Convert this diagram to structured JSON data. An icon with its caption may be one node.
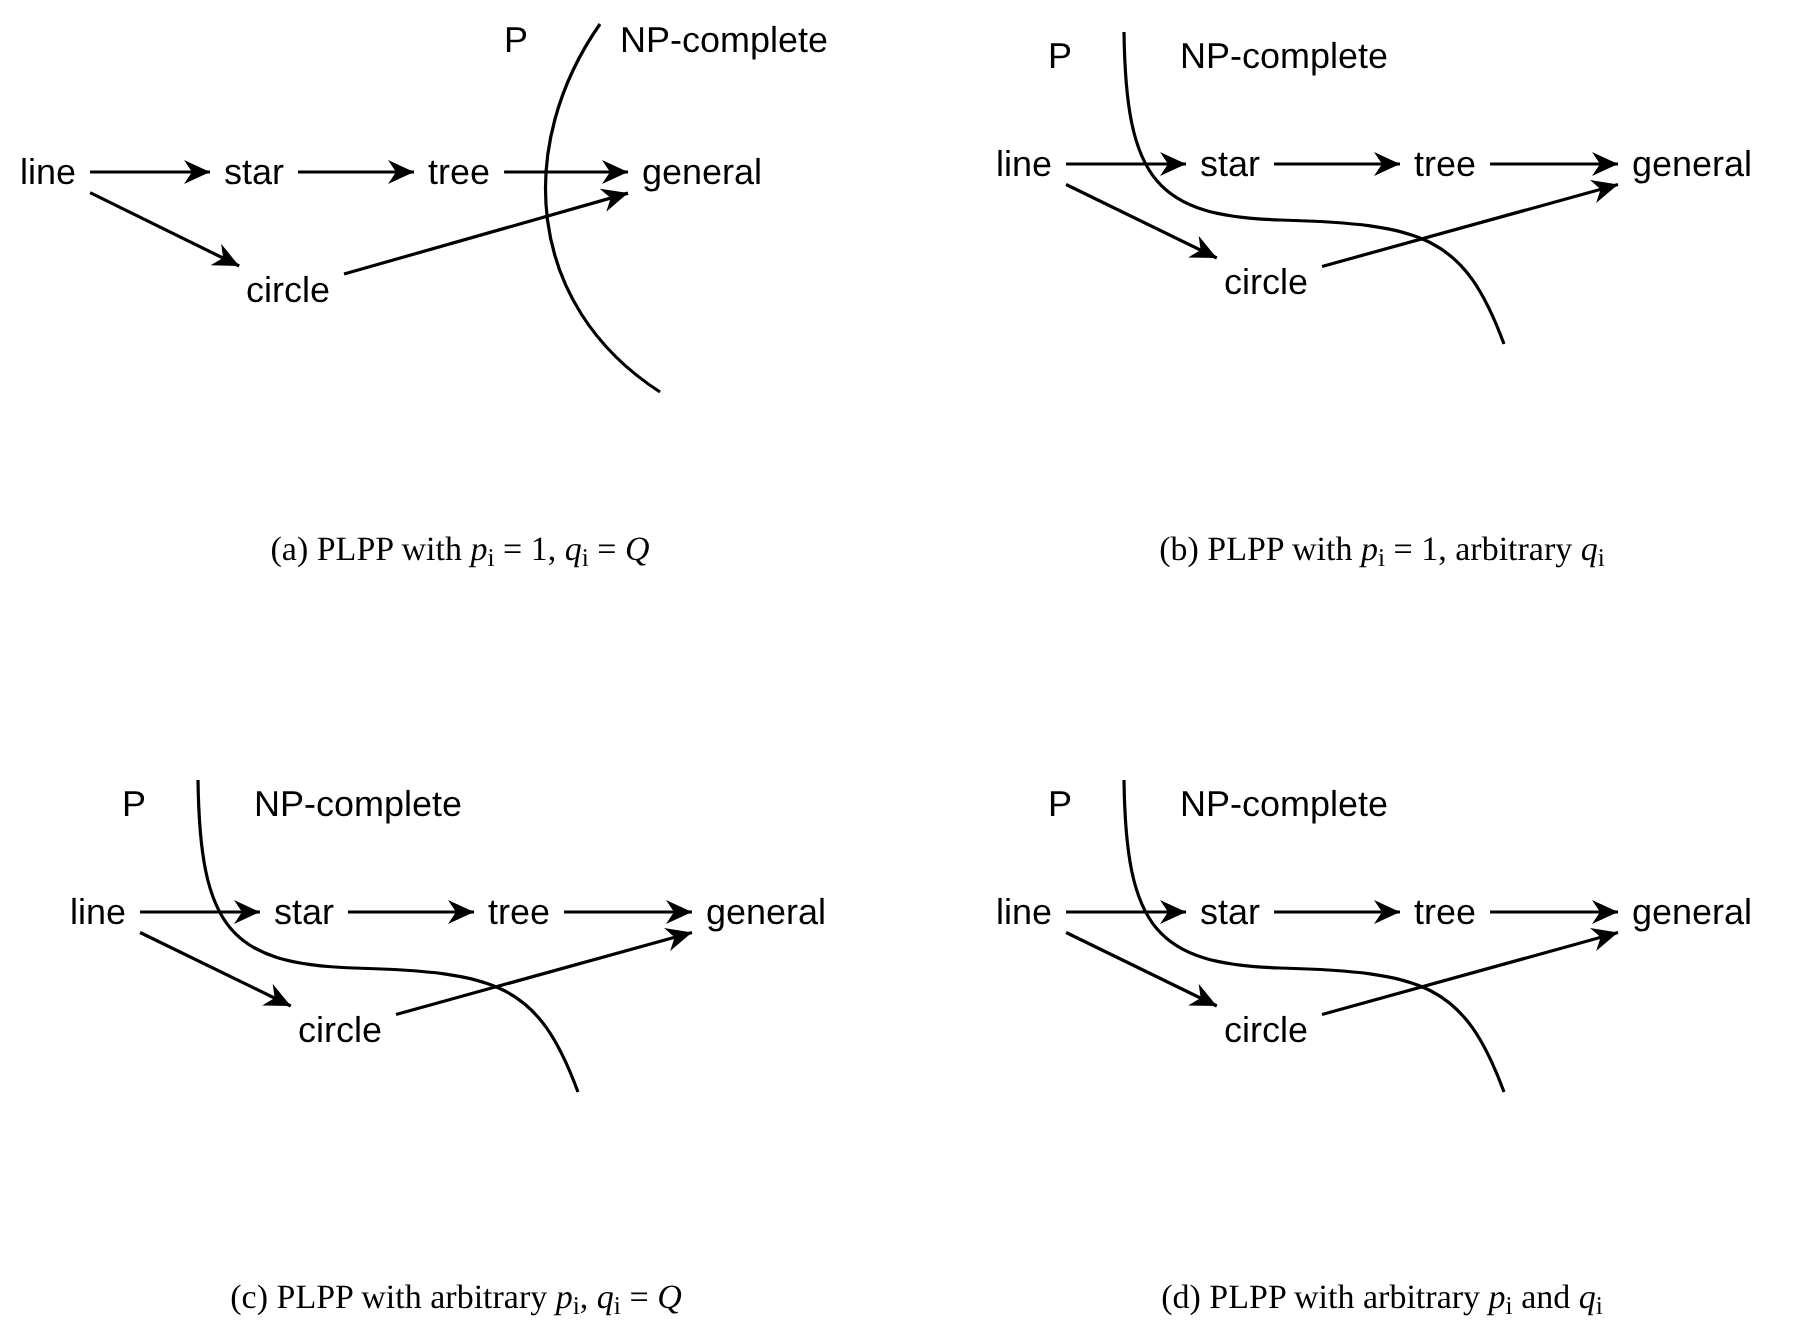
{
  "diagram": {
    "nodes": [
      {
        "text": [
          "line"
        ]
      },
      {
        "text": [
          "star"
        ]
      },
      {
        "text": [
          "tree"
        ]
      },
      {
        "text": [
          "general"
        ]
      },
      {
        "text": [
          "circle"
        ]
      },
      {
        "text": [
          "line"
        ]
      },
      {
        "text": [
          "star"
        ]
      },
      {
        "text": [
          "tree"
        ]
      },
      {
        "text": [
          "general"
        ]
      },
      {
        "text": [
          "circle"
        ]
      },
      {
        "text": [
          "line"
        ]
      },
      {
        "text": [
          "star"
        ]
      },
      {
        "text": [
          "tree"
        ]
      },
      {
        "text": [
          "general"
        ]
      },
      {
        "text": [
          "circle"
        ]
      },
      {
        "text": [
          "line"
        ]
      },
      {
        "text": [
          "star"
        ]
      },
      {
        "text": [
          "tree"
        ]
      },
      {
        "text": [
          "general"
        ]
      },
      {
        "text": [
          "circle"
        ]
      }
    ],
    "edges": [
      {
        "from": 0,
        "to": 1,
        "arrow": "to"
      },
      {
        "from": 1,
        "to": 2,
        "arrow": "to"
      },
      {
        "from": 2,
        "to": 3,
        "arrow": "to"
      },
      {
        "from": 0,
        "to": 4,
        "arrow": "to"
      },
      {
        "from": 4,
        "to": 3,
        "arrow": "to"
      },
      {
        "from": 5,
        "to": 6,
        "arrow": "to"
      },
      {
        "from": 6,
        "to": 7,
        "arrow": "to"
      },
      {
        "from": 7,
        "to": 8,
        "arrow": "to"
      },
      {
        "from": 5,
        "to": 9,
        "arrow": "to"
      },
      {
        "from": 9,
        "to": 8,
        "arrow": "to"
      },
      {
        "from": 10,
        "to": 11,
        "arrow": "to"
      },
      {
        "from": 11,
        "to": 12,
        "arrow": "to"
      },
      {
        "from": 12,
        "to": 13,
        "arrow": "to"
      },
      {
        "from": 10,
        "to": 14,
        "arrow": "to"
      },
      {
        "from": 14,
        "to": 13,
        "arrow": "to"
      },
      {
        "from": 15,
        "to": 16,
        "arrow": "to"
      },
      {
        "from": 16,
        "to": 17,
        "arrow": "to"
      },
      {
        "from": 17,
        "to": 18,
        "arrow": "to"
      },
      {
        "from": 15,
        "to": 19,
        "arrow": "to"
      },
      {
        "from": 19,
        "to": 18,
        "arrow": "to"
      }
    ],
    "labels": [
      "P",
      "NP-complete",
      "(a) PLPP with *p*$_{i}$ = 1, *q*$_{i}$ = *Q*",
      "P",
      "NP-complete",
      "(b) PLPP with *p*$_{i}$ = 1, arbitrary *q*$_{i}$",
      "P",
      "NP-complete",
      "(c) PLPP with arbitrary *p*$_{i}$, *q*$_{i}$ = *Q*",
      "P",
      "NP-complete",
      "(d) PLPP with arbitrary *p*$_{i}$ and *q*$_{i}$"
    ]
  }
}
